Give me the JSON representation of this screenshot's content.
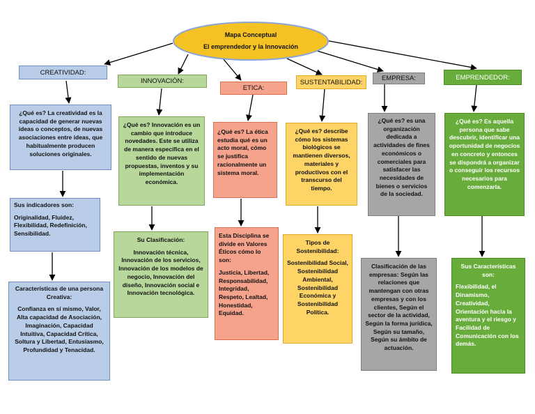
{
  "title": {
    "line1": "Mapa Conceptual",
    "line2": "El emprendedor y la Innovación"
  },
  "colors": {
    "ellipse_fill": "#f5c223",
    "ellipse_stroke": "#8aa5d6",
    "blue": "#b9cde8",
    "green": "#b7d79b",
    "red": "#f5a38c",
    "yellow": "#ffd466",
    "gray": "#a6a6a6",
    "dark_green": "#68ad3b"
  },
  "creatividad": {
    "header": "CREATIVIDAD:",
    "que_es": "¿Qué es? La creatividad es la capacidad de generar nuevas ideas o conceptos, de nuevas asociaciones entre ideas, que habitualmente producen soluciones originales.",
    "indicadores_title": "Sus indicadores son:",
    "indicadores": "Originalidad, Fluidez, Flexibilidad, Redefinición, Sensibilidad.",
    "caracteristicas_title": "Características de una persona Creativa:",
    "caracteristicas": "Confianza en sí mismo, Valor, Alta capacidad de Asociación, Imaginación, Capacidad Intuitiva, Capacidad Crítica, Soltura y Libertad, Entusiasmo, Profundidad y Tenacidad."
  },
  "innovacion": {
    "header": "INNOVACIÓN:",
    "que_es": "¿Qué es? Innovación es un cambio que introduce novedades. Este se utiliza de manera específica en el sentido de nuevas propuestas, inventos y su implementación económica.",
    "clasificacion_title": "Su Clasificación:",
    "clasificacion": "Innovación técnica, Innovación de los servicios, Innovación de los modelos de negocio, Innovación del diseño, Innovación social e Innovación tecnológica."
  },
  "etica": {
    "header": "ETICA:",
    "que_es": "¿Qué es? La ética estudia qué es un acto moral, cómo se justifica racionalmente un sistema moral.",
    "valores_title": "Esta Disciplina se divide en Valores Éticos cómo lo son:",
    "valores": "Justicia, Libertad, Responsabilidad, Integridad, Respeto, Lealtad, Honestidad, Equidad."
  },
  "sustentabilidad": {
    "header": "SUSTENTABILIDAD:",
    "que_es": "¿Qué es? describe cómo los sistemas biológicos se mantienen diversos, materiales y productivos con el transcurso del tiempo.",
    "tipos_title": "Tipos de Sostenibilidad:",
    "tipos": "Sostenibilidad Social, Sostenibilidad Ambiental, Sostenibilidad Económica y Sostenibilidad Política."
  },
  "empresa": {
    "header": "EMPRESA:",
    "que_es": "¿Qué es? es una organización dedicada a actividades de fines económicos o comerciales para satisfacer las necesidades de bienes o servicios de la sociedad.",
    "clasificacion": "Clasificación de las empresas: Según las relaciones que mantengan con otras empresas y con los clientes, Según el sector de la actividad, Según la forma jurídica, Según su tamaño, Según su ámbito de actuación."
  },
  "emprendedor": {
    "header": "EMPRENDEDOR:",
    "que_es": "¿Qué es? Es aquella persona que sabe descubrir, identificar una oportunidad de negocios en concreto y entonces se dispondrá a organizar o conseguir los recursos necesarios para comenzarla.",
    "caracteristicas_title": "Sus Características son:",
    "caracteristicas": "Flexibilidad, el Dinamismo, Creatividad, Orientación hacia la aventura y el riesgo y Facilidad de Comunicación con los demás."
  }
}
